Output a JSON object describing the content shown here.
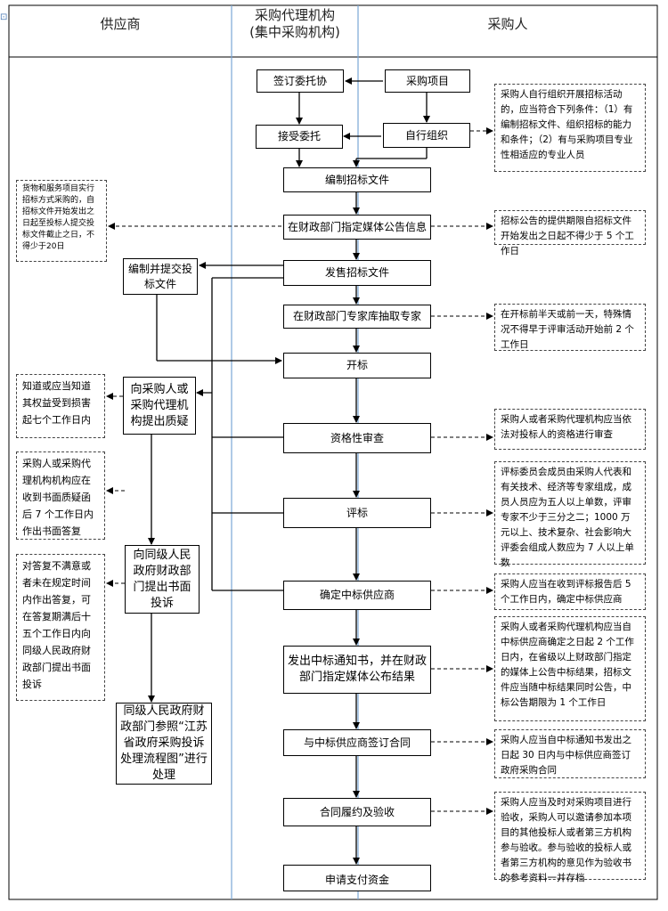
{
  "headers": {
    "supplier": "供应商",
    "agency_line1": "采购代理机构",
    "agency_line2": "(集中采购机构)",
    "purchaser": "采购人"
  },
  "boxes": {
    "sign_entrust": "签订委托协",
    "purchase_project": "采购项目",
    "accept_entrust": "接受委托",
    "self_organize": "自行组织",
    "compile_docs": "编制招标文件",
    "publish_notice": "在财政部门指定媒体公告信息",
    "prepare_bid": "编制并提交投标文件",
    "sell_docs": "发售招标文件",
    "draw_experts": "在财政部门专家库抽取专家",
    "bid_opening": "开标",
    "raise_query": "向采购人或采购代理机构提出质疑",
    "qualification_review": "资格性审查",
    "evaluation": "评标",
    "complain": "向同级人民政府财政部门提出书面投诉",
    "determine_supplier": "确定中标供应商",
    "issue_notice": "发出中标通知书，并在财政部门指定媒体公布结果",
    "handle_complaint": "同级人民政府财政部门参照“江苏省政府采购投诉处理流程图”进行处理",
    "sign_contract": "与中标供应商签订合同",
    "fulfill_accept": "合同履约及验收",
    "apply_payment": "申请支付资金"
  },
  "notes": {
    "self_org_conditions": "采购人自行组织开展招标活动的，应当符合下列条件：（1）有编制招标文件、组织招标的能力和条件；（2）有与采购项目专业性相适应的专业人员",
    "bid_time_limit": "货物和服务项目实行招标方式采购的，自招标文件开始发出之日起至投标人提交投标文件截止之日，不得少于20日",
    "doc_supply_period": "招标公告的提供期限自招标文件开始发出之日起不得少于 5 个工作日",
    "expert_draw_time": "在开标前半天或前一天，特殊情况不得早于评审活动开始前 2 个工作日",
    "query_deadline": "知道或应当知道其权益受到损害起七个工作日内",
    "qualification_note": "采购人或者采购代理机构应当依法对投标人的资格进行审查",
    "reply_deadline": "采购人或采购代理机构机构应在收到书面质疑函后 7 个工作日内作出书面答复",
    "committee_composition": "评标委员会成员由采购人代表和有关技术、经济等专家组成，成员人员应为五人以上单数，评审专家不少于三分之二；1000 万元以上、技术复杂、社会影响大评委会组成人数应为 7 人以上单数",
    "complaint_deadline": "对答复不满意或者未在规定时间内作出答复，可在答复期满后十五个工作日内向同级人民政府财政部门提出书面投诉",
    "determine_deadline": "采购人应当在收到评标报告后 5 个工作日内，确定中标供应商",
    "announce_deadline": "采购人或者采购代理机构应当自中标供应商确定之日起 2 个工作日内，在省级以上财政部门指定的媒体上公告中标结果，招标文件应当随中标结果同时公告，中标公告期限为 1 个工作日",
    "contract_deadline": "采购人应当自中标通知书发出之日起 30 日内与中标供应商签订政府采购合同",
    "acceptance_note": "采购人应当及时对采购项目进行验收，采购人可以邀请参加本项目的其他投标人或者第三方机构参与验收。参与验收的投标人或者第三方机构的意见作为验收书的参考资料一并存档"
  }
}
